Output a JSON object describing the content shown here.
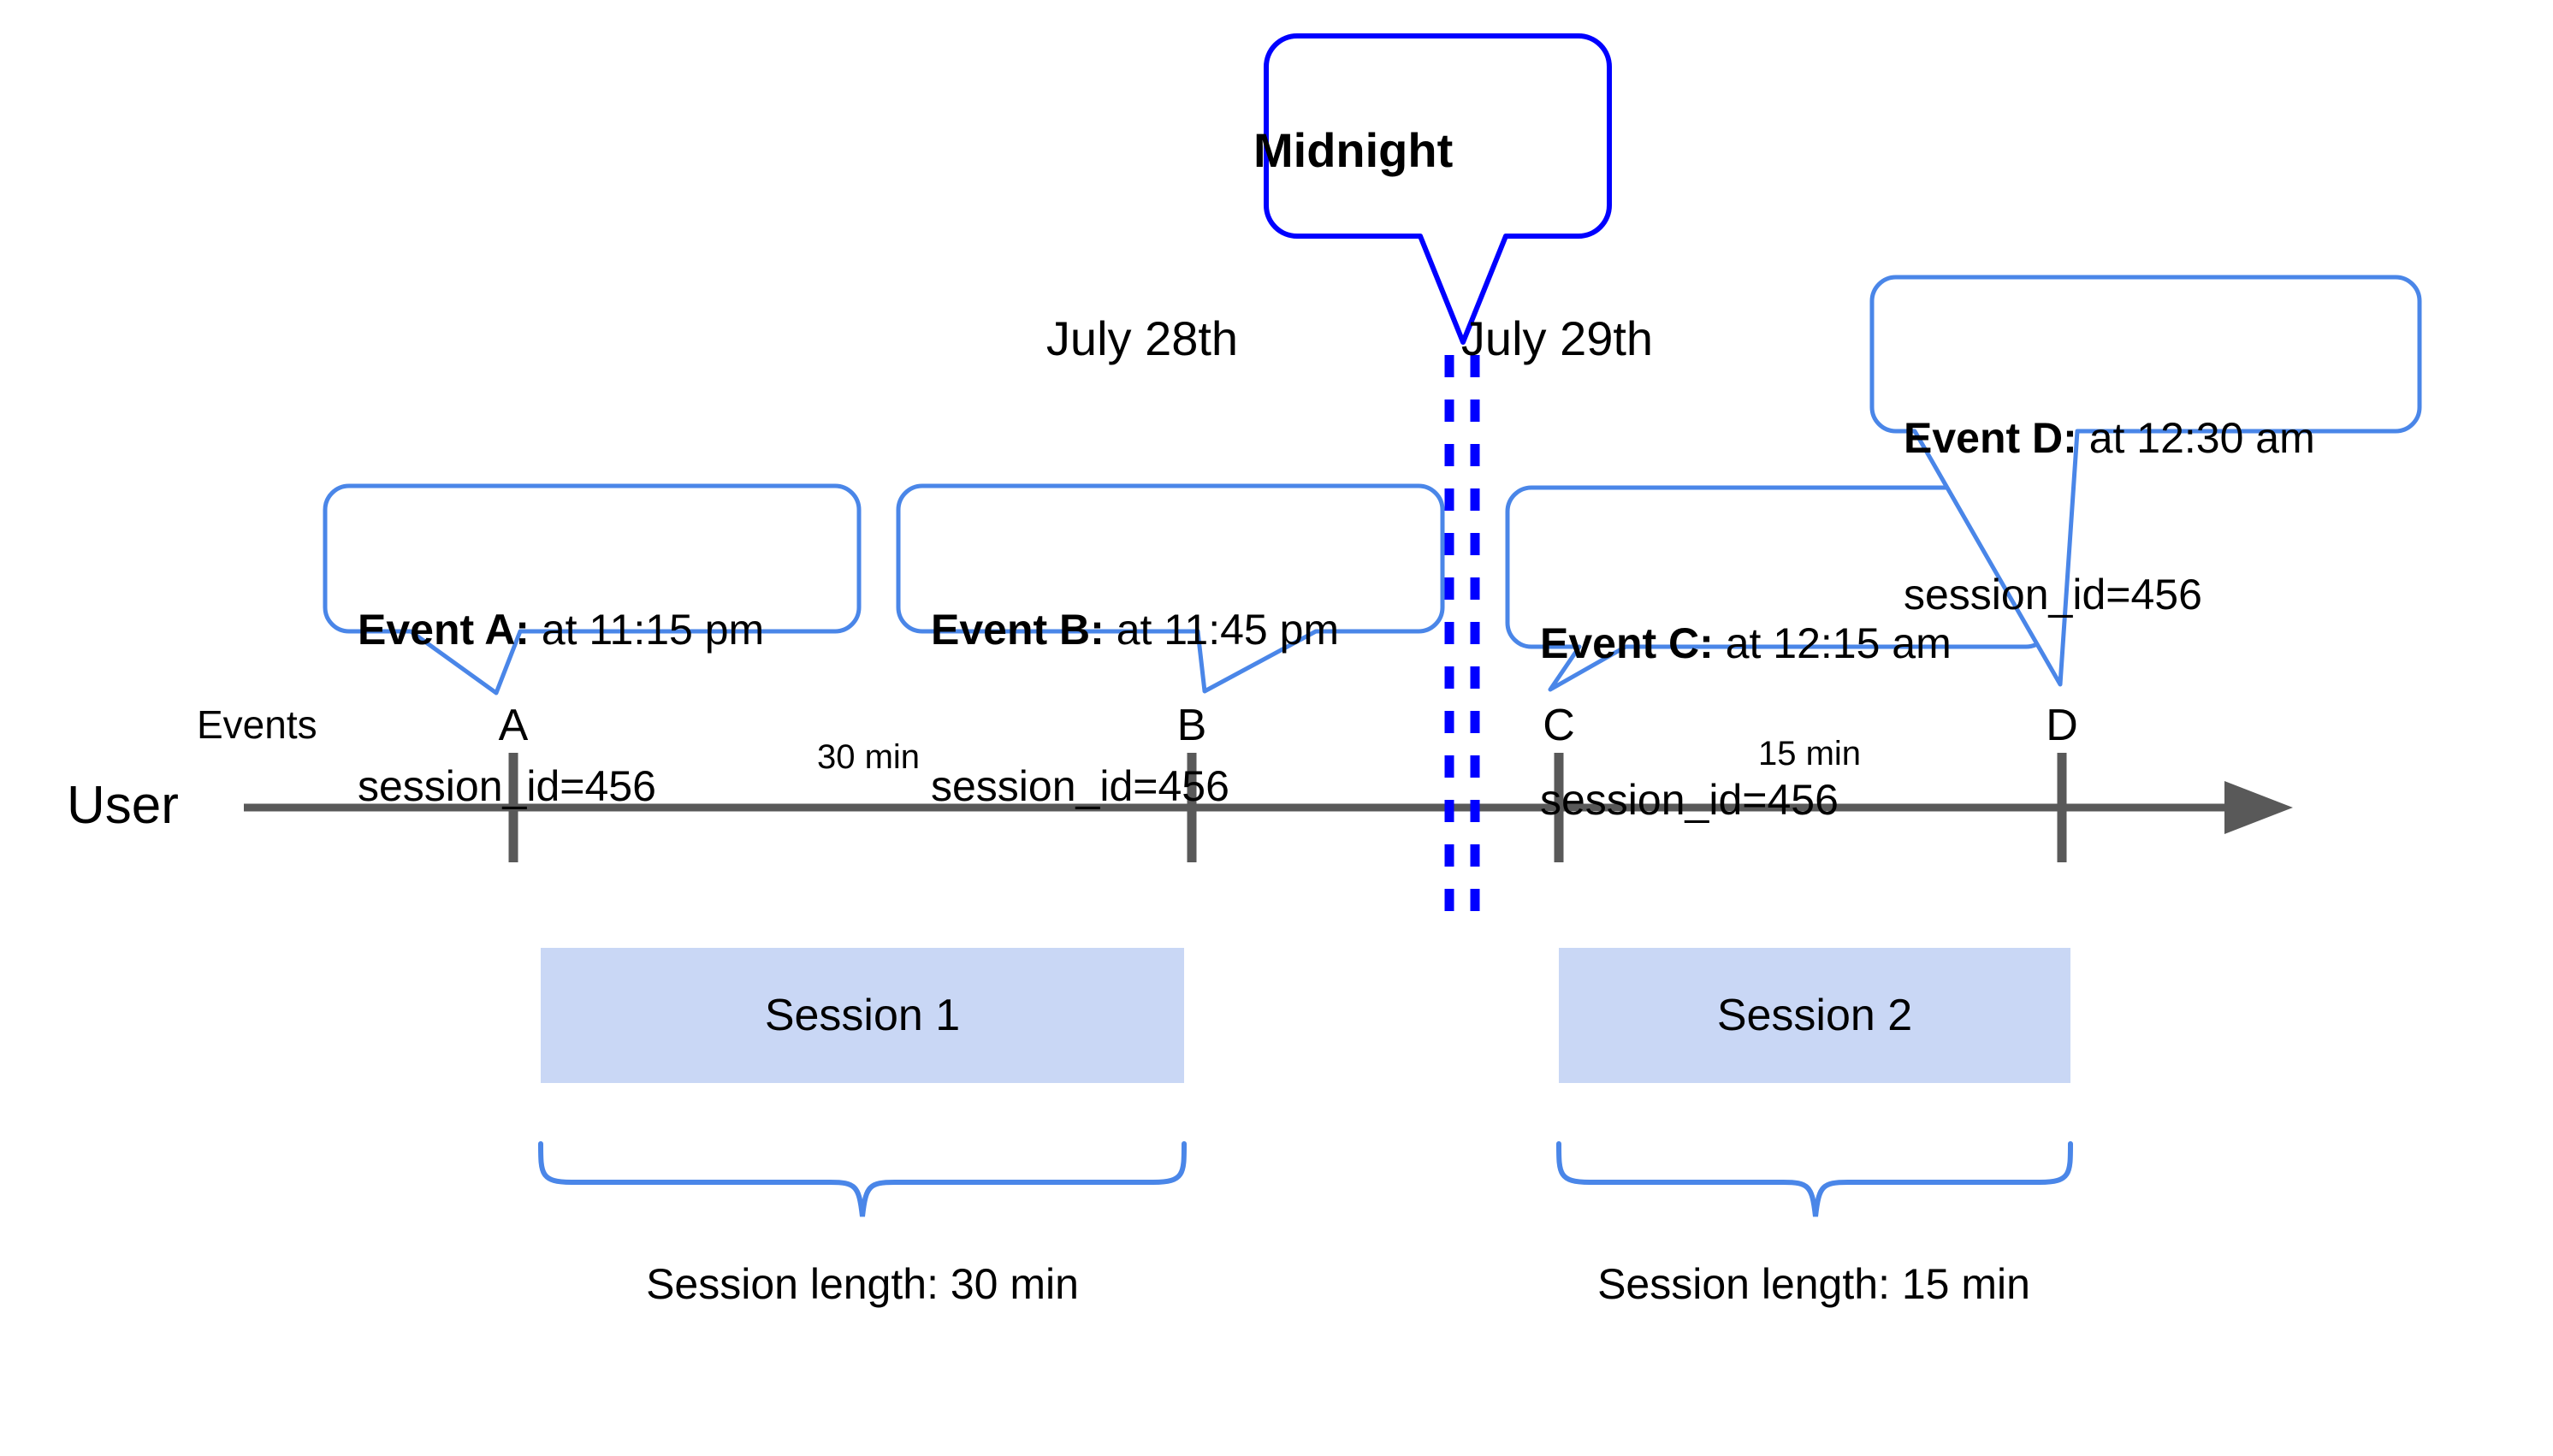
{
  "diagram": {
    "title_note": "Session splitting across midnight timeline",
    "colors": {
      "callout_border": "#4a86e8",
      "midnight_border": "#0000ff",
      "session_fill": "#c9d7f5",
      "axis": "#595959",
      "brace": "#4a86e8",
      "text": "#000000"
    }
  },
  "axis": {
    "row_label": "User",
    "events_label": "Events",
    "ticks": [
      {
        "letter": "A"
      },
      {
        "letter": "B"
      },
      {
        "letter": "C"
      },
      {
        "letter": "D"
      }
    ],
    "durations": [
      {
        "label": "30 min"
      },
      {
        "label": "15 min"
      }
    ]
  },
  "dates": {
    "left": "July 28th",
    "right": "July 29th"
  },
  "midnight": {
    "label": "Midnight"
  },
  "callouts": [
    {
      "id": "event-a",
      "title": "Event A:",
      "time": " at 11:15 pm",
      "detail": "session_id=456"
    },
    {
      "id": "event-b",
      "title": "Event B:",
      "time": " at 11:45 pm",
      "detail": "session_id=456"
    },
    {
      "id": "event-c",
      "title": "Event C:",
      "time": " at 12:15 am",
      "detail": "session_id=456"
    },
    {
      "id": "event-d",
      "title": "Event D:",
      "time": " at 12:30 am",
      "detail": "session_id=456"
    }
  ],
  "sessions": [
    {
      "id": "session-1",
      "label": "Session 1",
      "length_caption": "Session length: 30 min"
    },
    {
      "id": "session-2",
      "label": "Session 2",
      "length_caption": "Session length: 15 min"
    }
  ]
}
